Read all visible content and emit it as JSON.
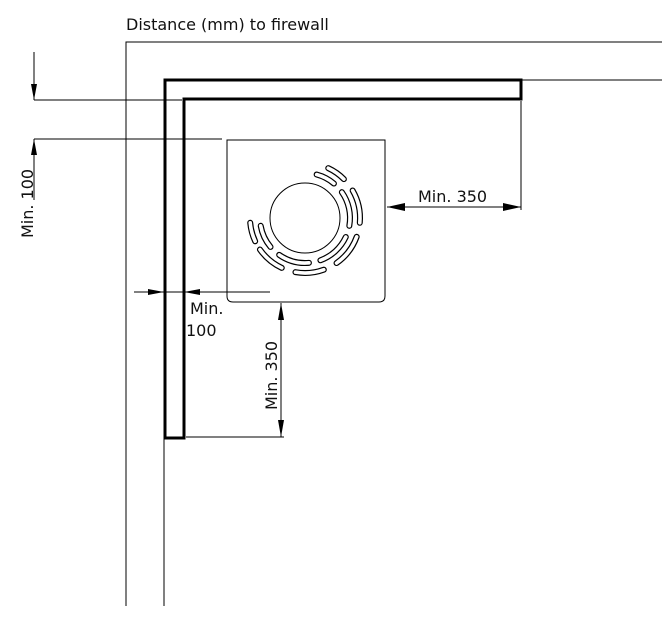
{
  "title": "Distance (mm) to firewall",
  "dimensions": {
    "top": "Min. 100",
    "right": "Min. 350",
    "left_line1": "Min.",
    "left_line2": "100",
    "bottom": "Min. 350"
  }
}
